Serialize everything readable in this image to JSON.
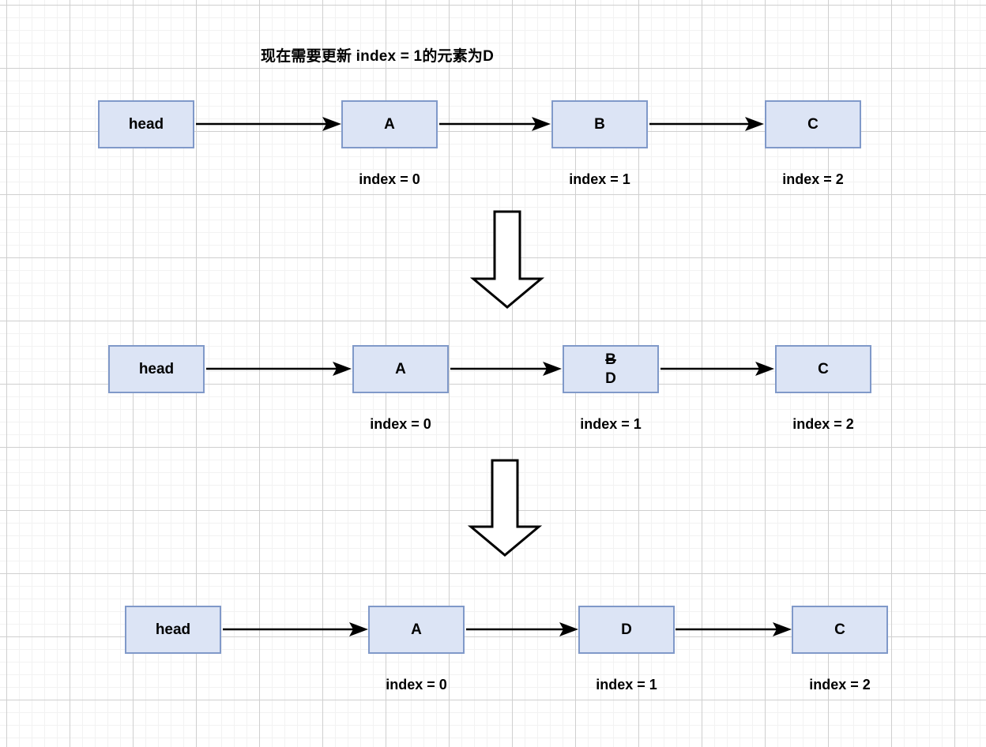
{
  "title": "现在需要更新 index = 1的元素为D",
  "colors": {
    "box_fill": "#dce4f5",
    "box_border": "#8099c9",
    "line": "#000000",
    "text": "#000000",
    "grid_minor": "#f2f2f2",
    "grid_major": "#cfcfcf",
    "background": "#ffffff"
  },
  "rows": [
    {
      "name": "before",
      "nodes": [
        {
          "label": "head",
          "caption": ""
        },
        {
          "label": "A",
          "caption": "index = 0"
        },
        {
          "label": "B",
          "caption": "index = 1"
        },
        {
          "label": "C",
          "caption": "index = 2"
        }
      ]
    },
    {
      "name": "during",
      "nodes": [
        {
          "label": "head",
          "caption": ""
        },
        {
          "label": "A",
          "caption": "index = 0"
        },
        {
          "label_old": "B",
          "label_new": "D",
          "caption": "index = 1"
        },
        {
          "label": "C",
          "caption": "index = 2"
        }
      ]
    },
    {
      "name": "after",
      "nodes": [
        {
          "label": "head",
          "caption": ""
        },
        {
          "label": "A",
          "caption": "index = 0"
        },
        {
          "label": "D",
          "caption": "index = 1"
        },
        {
          "label": "C",
          "caption": "index = 2"
        }
      ]
    }
  ],
  "step_arrows": [
    {
      "name": "step-arrow-1"
    },
    {
      "name": "step-arrow-2"
    }
  ]
}
